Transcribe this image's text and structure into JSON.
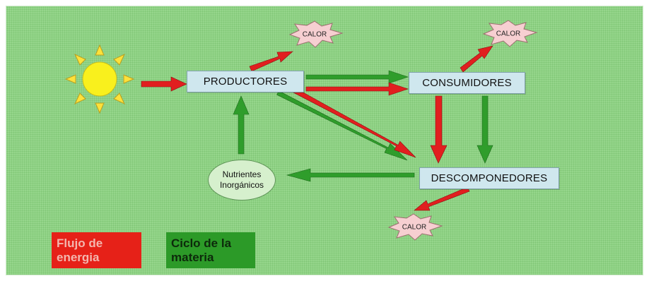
{
  "nodes": {
    "productores": "PRODUCTORES",
    "consumidores": "CONSUMIDORES",
    "descomponedores": "DESCOMPONEDORES",
    "nutrientes_line1": "Nutrientes",
    "nutrientes_line2": "Inorgánicos"
  },
  "heat": {
    "label_1": "CALOR",
    "label_2": "CALOR",
    "label_3": "CALOR"
  },
  "legend": {
    "energy_line1": "Flujo de",
    "energy_line2": "energia",
    "matter_line1": "Ciclo de la",
    "matter_line2": "materia"
  },
  "icons": {
    "sun": "sun-icon",
    "heat_burst": "heat-burst-icon"
  },
  "colors": {
    "background": "#96d68c",
    "energy_arrow": "#e11f1f",
    "matter_arrow": "#2f9d2b",
    "node_fill": "#cfe7ee",
    "heat_fill": "#f6cfd1"
  }
}
